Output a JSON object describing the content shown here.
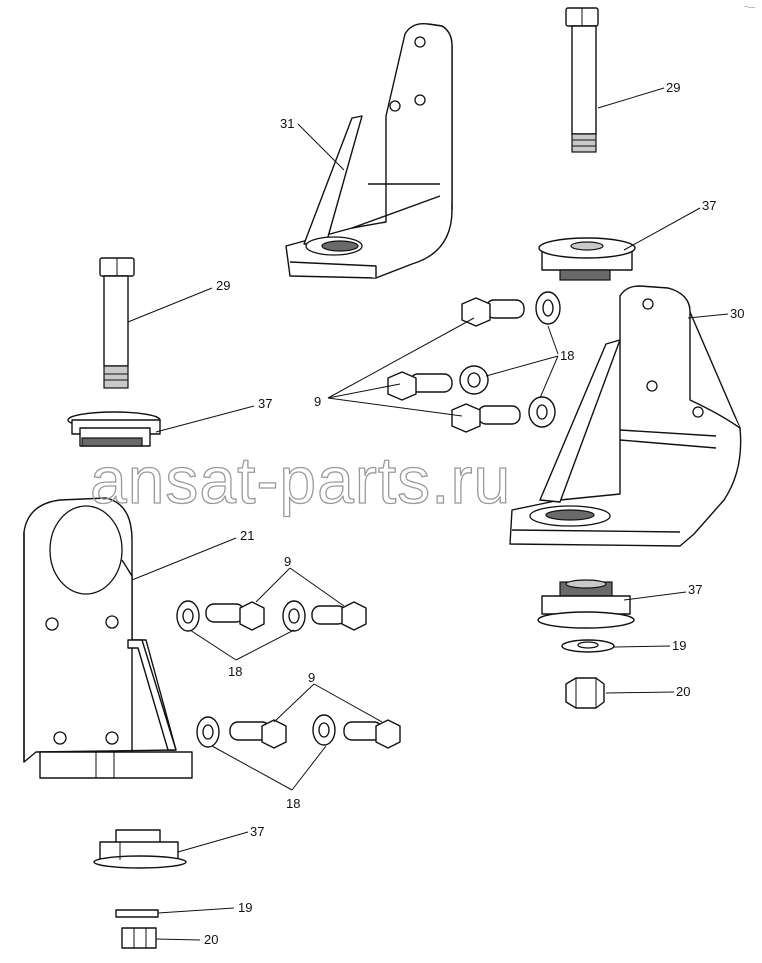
{
  "watermark": "ansat-parts.ru",
  "corner_mark": "~—",
  "callouts": {
    "c31": "31",
    "c29_top": "29",
    "c37_top": "37",
    "c29_left": "29",
    "c30": "30",
    "c18_top": "18",
    "c9_top": "9",
    "c37_left": "37",
    "c21": "21",
    "c9_mid": "9",
    "c18_mid": "18",
    "c37_right": "37",
    "c19_right": "19",
    "c20_right": "20",
    "c9_low": "9",
    "c18_low": "18",
    "c37_bottom": "37",
    "c19_bottom": "19",
    "c20_bottom": "20"
  }
}
